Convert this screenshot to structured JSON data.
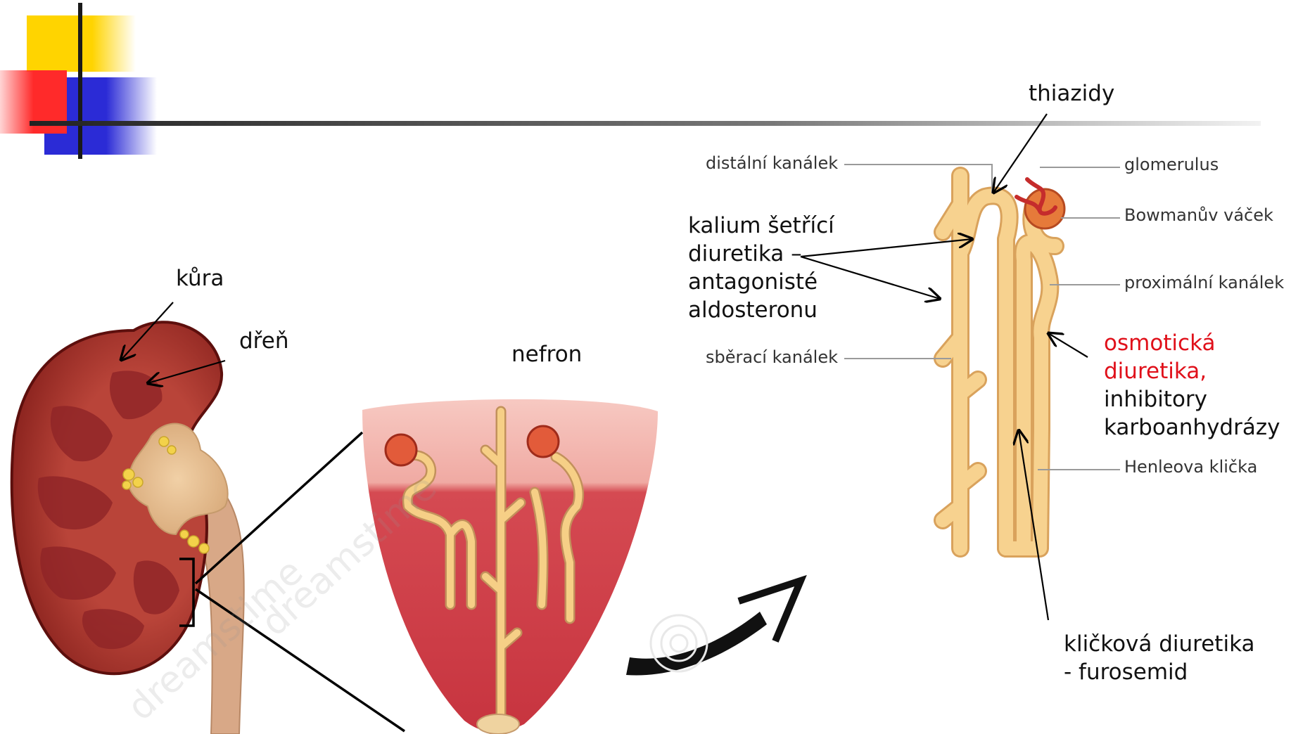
{
  "labels": {
    "kura": "kůra",
    "dren": "dřeň",
    "nefron": "nefron",
    "thiazidy": "thiazidy",
    "kalium": [
      "kalium šetřící",
      "diuretika –",
      "antagonisté",
      "aldosteronu"
    ],
    "osmoticka_red": [
      "osmotická",
      "diuretika,"
    ],
    "osmoticka_black": [
      "inhibitory",
      "karboanhydrázy"
    ],
    "klickova": [
      "kličková diuretika",
      "- furosemid"
    ]
  },
  "nephron_diagram_labels": {
    "distalni": "distální kanálek",
    "sberaci": "sběrací kanálek",
    "glomerulus": "glomerulus",
    "bowman": "Bowmanův váček",
    "proximalni": "proximální kanálek",
    "henle": "Henleova klička"
  },
  "watermark": "dreamstime",
  "colors": {
    "header_yellow": "#ffd400",
    "header_red": "#ff2a2a",
    "header_blue": "#2b2bd6",
    "kidney_cortex": "#8b1f1c",
    "medulla": "#a5332f",
    "tubule": "#f6cf86",
    "red_text": "#e0101a"
  }
}
